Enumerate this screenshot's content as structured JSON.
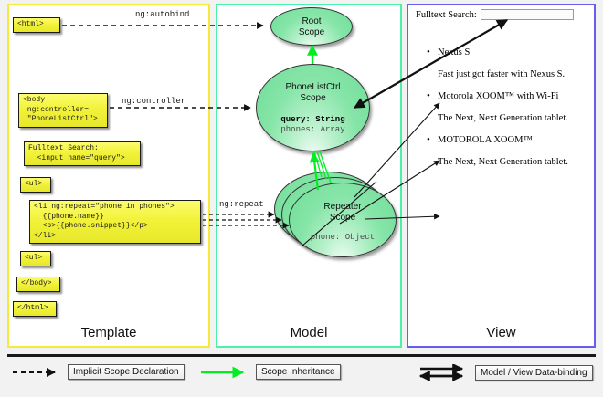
{
  "panels": [
    {
      "id": "template",
      "label": "Template",
      "border_color": "#f5e93c"
    },
    {
      "id": "model",
      "label": "Model",
      "border_color": "#4df0a8"
    },
    {
      "id": "view",
      "label": "View",
      "border_color": "#6a5cf0"
    }
  ],
  "template": {
    "boxes": [
      {
        "name": "html-open",
        "text": "<html>"
      },
      {
        "name": "body-open",
        "text": "<body\n ng:controller=\n \"PhoneListCtrl\">"
      },
      {
        "name": "fulltext-search",
        "text": "Fulltext Search:\n  <input name=\"query\">"
      },
      {
        "name": "ul-open",
        "text": "<ul>"
      },
      {
        "name": "li-repeat",
        "text": "<li ng:repeat=\"phone in phones\">\n  {{phone.name}}\n  <p>{{phone.snippet}}</p>\n</li>"
      },
      {
        "name": "ul-close",
        "text": "<ul>"
      },
      {
        "name": "body-close",
        "text": "</body>"
      },
      {
        "name": "html-close",
        "text": "</html>"
      }
    ]
  },
  "model": {
    "scopes": [
      {
        "name": "root-scope",
        "title_line1": "Root",
        "title_line2": "Scope",
        "props": []
      },
      {
        "name": "phonelistctrl-scope",
        "title_line1": "PhoneListCtrl",
        "title_line2": "Scope",
        "props": [
          {
            "key": "query:",
            "type": "String",
            "emphasis": "bold"
          },
          {
            "key": "phones:",
            "type": "Array",
            "emphasis": "dim"
          }
        ]
      },
      {
        "name": "repeater-scope",
        "title_line1": "Repeater",
        "title_line2": "Scope",
        "props": [
          {
            "key": "phone:",
            "type": "Object",
            "emphasis": "dim"
          }
        ],
        "stack_count": 3
      }
    ]
  },
  "edges": {
    "autobind_label": "ng:autobind",
    "controller_label": "ng:controller",
    "repeat_label": "ng:repeat"
  },
  "view": {
    "search_label": "Fulltext Search:",
    "search_value": "",
    "search_placeholder": "",
    "phones": [
      {
        "name": "Nexus S",
        "snippet": "Fast just got faster with Nexus S."
      },
      {
        "name": "Motorola XOOM™  with Wi-Fi",
        "snippet": "The Next, Next Generation tablet."
      },
      {
        "name": "MOTOROLA XOOM™",
        "snippet": "The Next, Next Generation tablet."
      }
    ]
  },
  "legend": [
    {
      "name": "implicit-scope-declaration",
      "label": "Implicit Scope Declaration",
      "arrow": "dashed-arrow",
      "color": "#111111"
    },
    {
      "name": "scope-inheritance",
      "label": "Scope Inheritance",
      "arrow": "solid-arrow",
      "color": "#00ee22"
    },
    {
      "name": "model-view-databinding",
      "label": "Model / View Data-binding",
      "arrow": "double-arrow",
      "color": "#111111"
    }
  ],
  "colors": {
    "code_box_fill": "#f2f23a",
    "scope_fill": "#86e5a8",
    "inheritance_green": "#00ee22",
    "background": "#f2f2f2"
  }
}
